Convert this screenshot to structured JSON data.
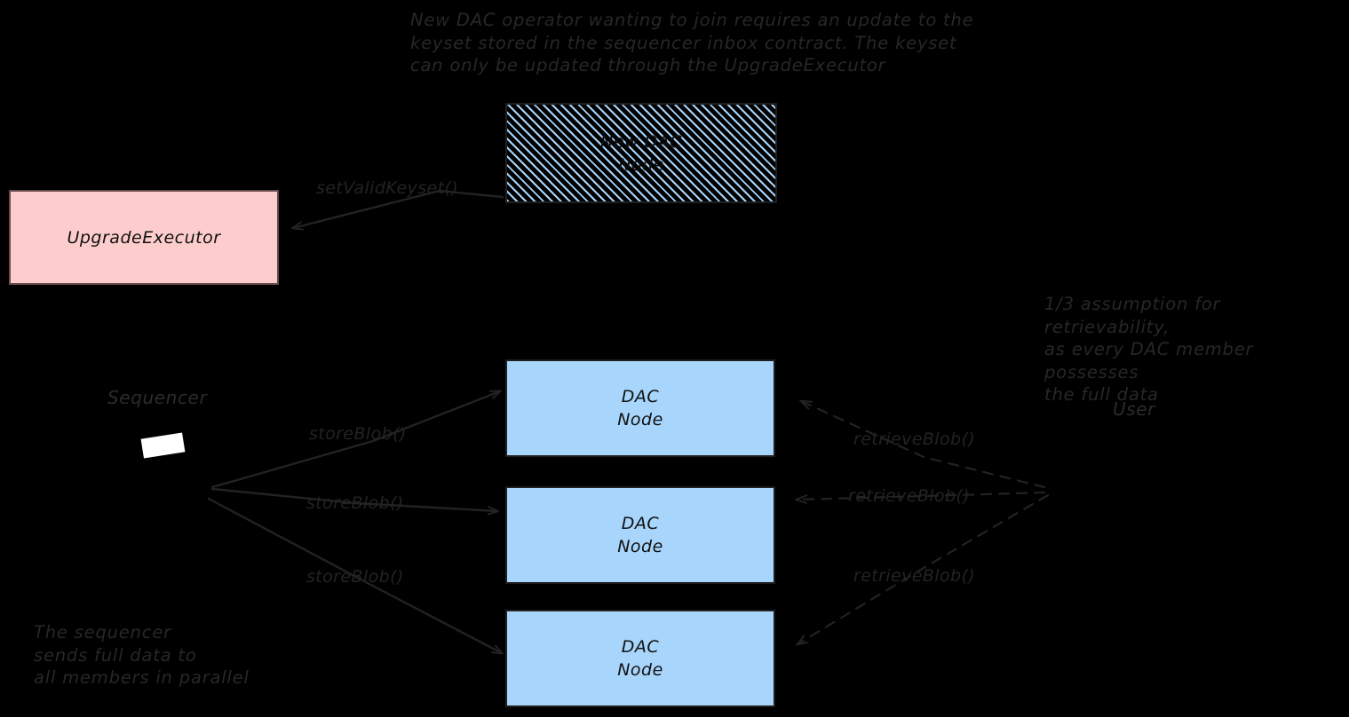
{
  "diagram": {
    "type": "architecture-flow",
    "background_color": "#000000",
    "accent_blue": "#a8d5fb",
    "accent_pink": "#fdcccc",
    "line_color": "#222222"
  },
  "notes": {
    "keyset_note": "New DAC operator wanting to join requires an update to the\nkeyset stored in the sequencer inbox contract. The keyset\ncan only be updated through the UpgradeExecutor",
    "retrievability_note": "1/3 assumption for retrievability,\nas every DAC member possesses\nthe full data",
    "parallel_note": "The sequencer\nsends full data to\nall members in parallel"
  },
  "boxes": {
    "new_dac_node": "New DAC\nNode",
    "upgrade_executor": "UpgradeExecutor",
    "dac_node_1": "DAC\nNode",
    "dac_node_2": "DAC\nNode",
    "dac_node_3": "DAC\nNode"
  },
  "actors": {
    "sequencer": "Sequencer",
    "user": "User"
  },
  "edges": {
    "set_valid_keyset": "setValidKeyset()",
    "store_blob_1": "storeBlob()",
    "store_blob_2": "storeBlob()",
    "store_blob_3": "storeBlob()",
    "retrieve_blob_1": "retrieveBlob()",
    "retrieve_blob_2": "retrieveBlob()",
    "retrieve_blob_3": "retrieveBlob()"
  }
}
